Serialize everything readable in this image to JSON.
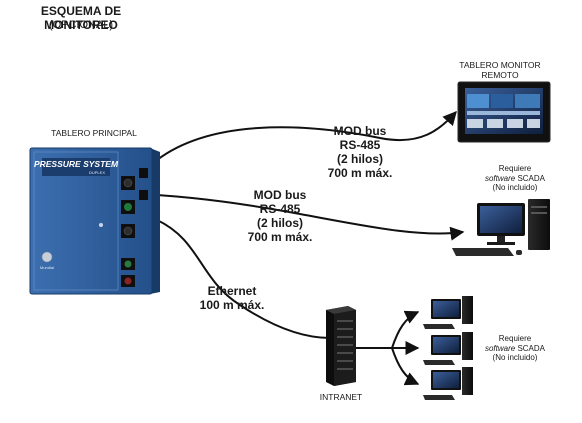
{
  "header": {
    "title": "ESQUEMA DE MONITOREO",
    "subtitle": "(OPCIONAL)"
  },
  "nodes": {
    "main_panel": {
      "label": "TABLERO PRINCIPAL",
      "brand_line1": "PRESSURE SYSTEM",
      "brand_line2": "DUPLEX",
      "logo_text": "Mundial"
    },
    "remote_monitor": {
      "label_line1": "TABLERO MONITOR",
      "label_line2": "REMOTO"
    },
    "scada_pc": {
      "req_line1": "Requiere",
      "req_line2_italic": "software",
      "req_line2_rest": " SCADA",
      "req_line3": "(No incluido)"
    },
    "intranet": {
      "label": "INTRANET"
    },
    "network_pcs": {
      "req_line1": "Requiere",
      "req_line2_italic": "software",
      "req_line2_rest": " SCADA",
      "req_line3": "(No incluido)"
    }
  },
  "links": {
    "to_monitor": {
      "line1": "MOD bus",
      "line2": "RS-485",
      "line3": "(2 hilos)",
      "line4": "700 m máx."
    },
    "to_pc": {
      "line1": "MOD bus",
      "line2": "RS-485",
      "line3": "(2 hilos)",
      "line4": "700 m máx."
    },
    "to_intranet": {
      "line1": "Ethernet",
      "line2": "100 m máx."
    }
  },
  "colors": {
    "panel_blue": "#2f5f9e",
    "panel_dark": "#1e3f6e",
    "line": "#111111"
  }
}
